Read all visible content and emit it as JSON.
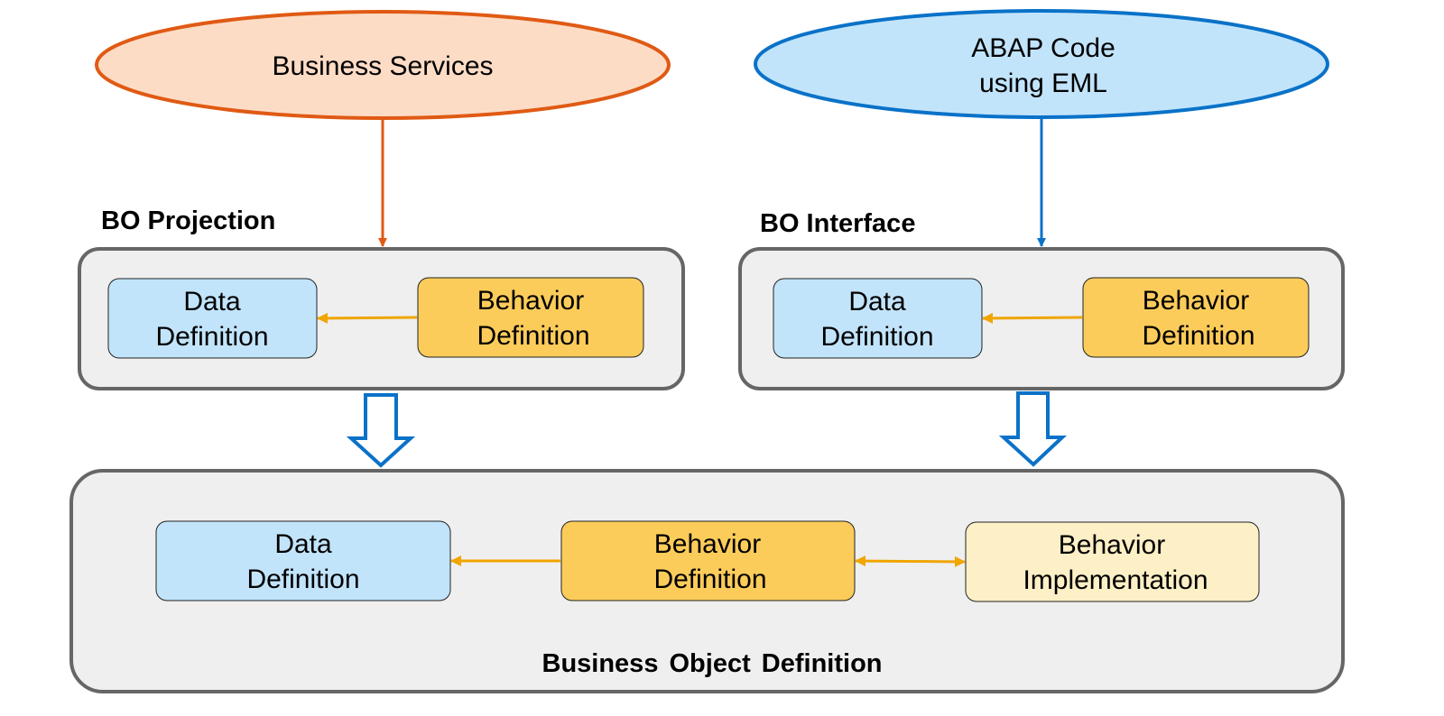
{
  "consumers": {
    "business_services": "Business Services",
    "abap_code_line1": "ABAP Code",
    "abap_code_line2": "using EML"
  },
  "projection": {
    "title": "BO Projection",
    "data_line1": "Data",
    "data_line2": "Definition",
    "behavior_line1": "Behavior",
    "behavior_line2": "Definition"
  },
  "interface": {
    "title": "BO Interface",
    "data_line1": "Data",
    "data_line2": "Definition",
    "behavior_line1": "Behavior",
    "behavior_line2": "Definition"
  },
  "bo_definition": {
    "title": "Business Object Definition",
    "data_line1": "Data",
    "data_line2": "Definition",
    "behavior_line1": "Behavior",
    "behavior_line2": "Definition",
    "impl_line1": "Behavior",
    "impl_line2": "Implementation"
  },
  "colors": {
    "orange_stroke": "#e05a14",
    "orange_fill": "#fddcc6",
    "blue_stroke": "#0a72c8",
    "blue_fill": "#c2e4fb",
    "yellow_fill": "#fccc5a",
    "light_yellow_fill": "#fdefc6",
    "arrow_yellow": "#f0a500",
    "container_fill": "#efefef",
    "container_stroke": "#666666"
  }
}
